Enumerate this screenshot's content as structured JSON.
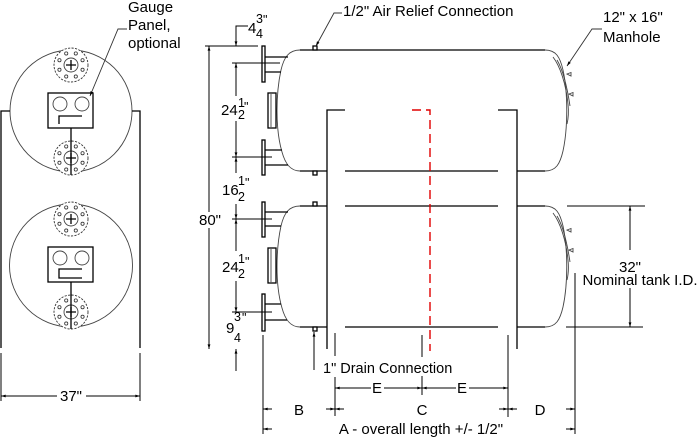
{
  "end_view": {
    "gauge_panel_label": {
      "line1": "Gauge",
      "line2": "Panel,",
      "line3": "optional"
    },
    "width_dimension": "37\""
  },
  "front_view": {
    "air_relief_label": "1/2\" Air Relief Connection",
    "manhole_label": {
      "line1": "12\" x 16\"",
      "line2": "Manhole"
    },
    "drain_label": "1\" Drain Connection",
    "overall_height": "80\"",
    "vertical_dimensions": [
      {
        "whole": "4",
        "num": "3",
        "den": "4",
        "unit": "\""
      },
      {
        "whole": "24",
        "num": "1",
        "den": "2",
        "unit": "\""
      },
      {
        "whole": "16",
        "num": "1",
        "den": "2",
        "unit": "\""
      },
      {
        "whole": "24",
        "num": "1",
        "den": "2",
        "unit": "\""
      },
      {
        "whole": "9",
        "num": "3",
        "den": "4",
        "unit": "\""
      }
    ],
    "tank_id": {
      "value": "32\"",
      "label": "Nominal tank I.D."
    },
    "length_dimensions": {
      "b": "B",
      "c": "C",
      "d": "D",
      "e_left": "E",
      "e_right": "E",
      "overall": "A - overall length +/- 1/2\""
    }
  },
  "colors": {
    "line": "#000000",
    "centerline": "#e00000",
    "hidden_detail": "#444444"
  }
}
